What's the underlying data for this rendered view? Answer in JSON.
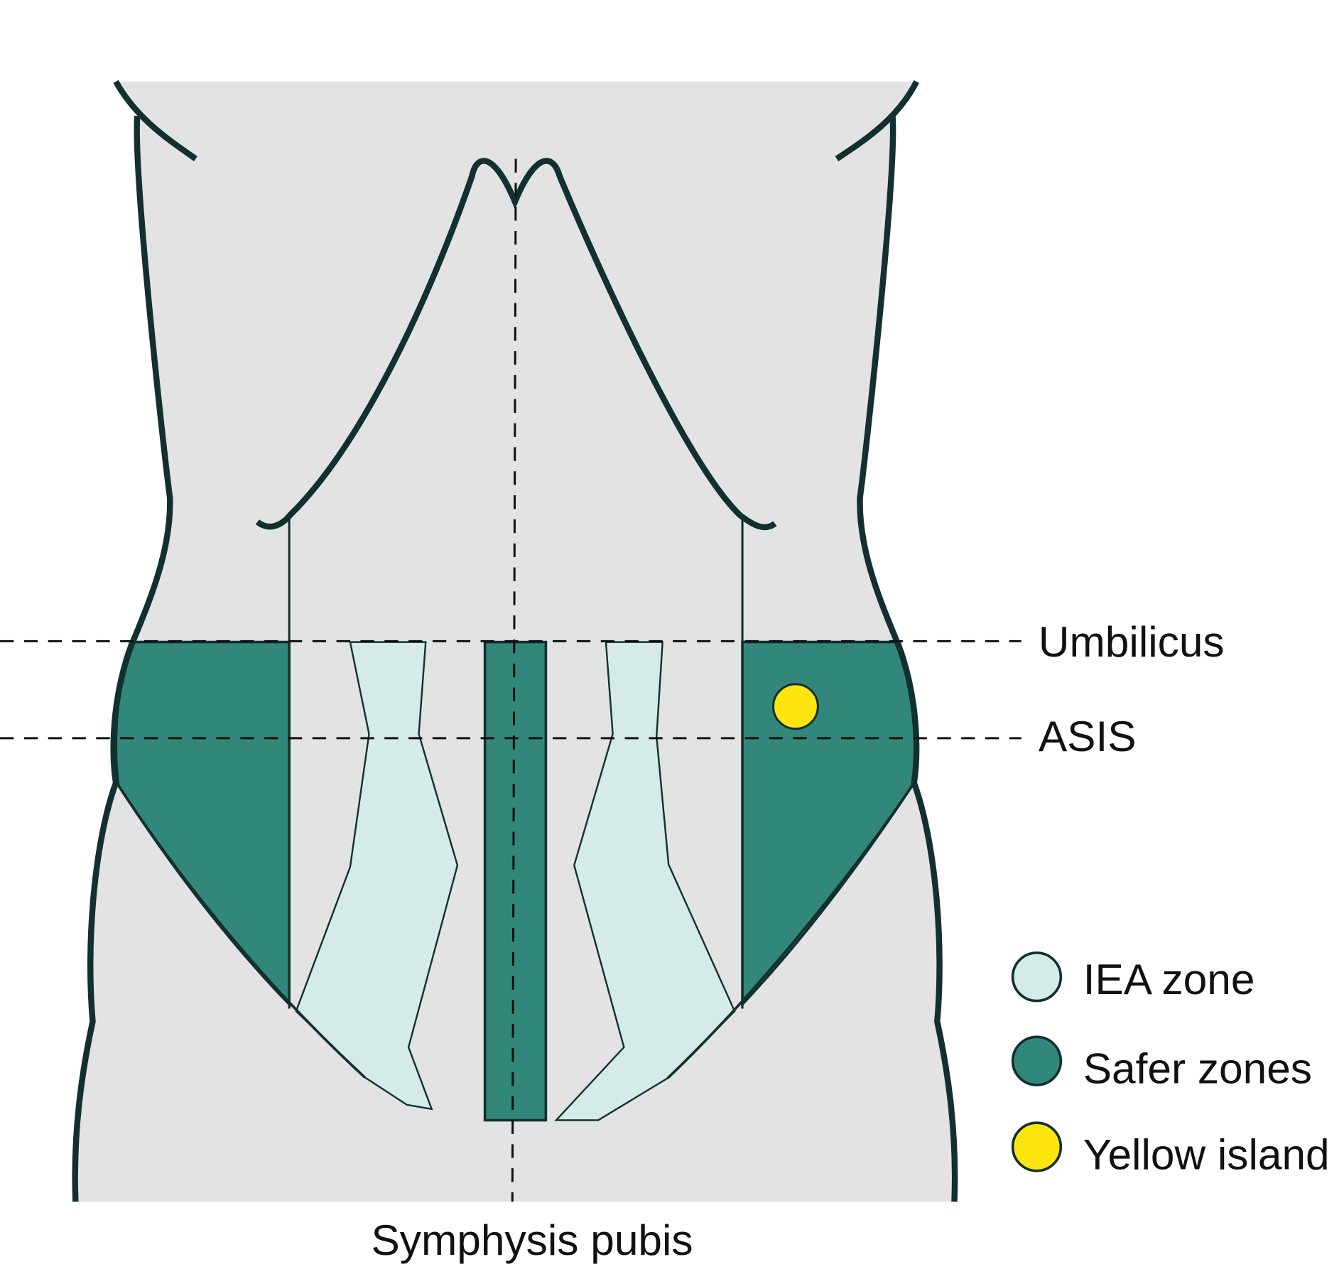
{
  "labels": {
    "umbilicus": "Umbilicus",
    "asis": "ASIS",
    "symphysis": "Symphysis pubis"
  },
  "legend": [
    {
      "label": "IEA zone",
      "color": "#d4ebea"
    },
    {
      "label": "Safer zones",
      "color": "#32877b"
    },
    {
      "label": "Yellow island",
      "color": "#ffe510"
    }
  ],
  "colors": {
    "body": "#e3e3e3",
    "outline": "#12302f",
    "safer": "#32877b",
    "iea": "#d4ebea",
    "yellow": "#ffe510"
  }
}
